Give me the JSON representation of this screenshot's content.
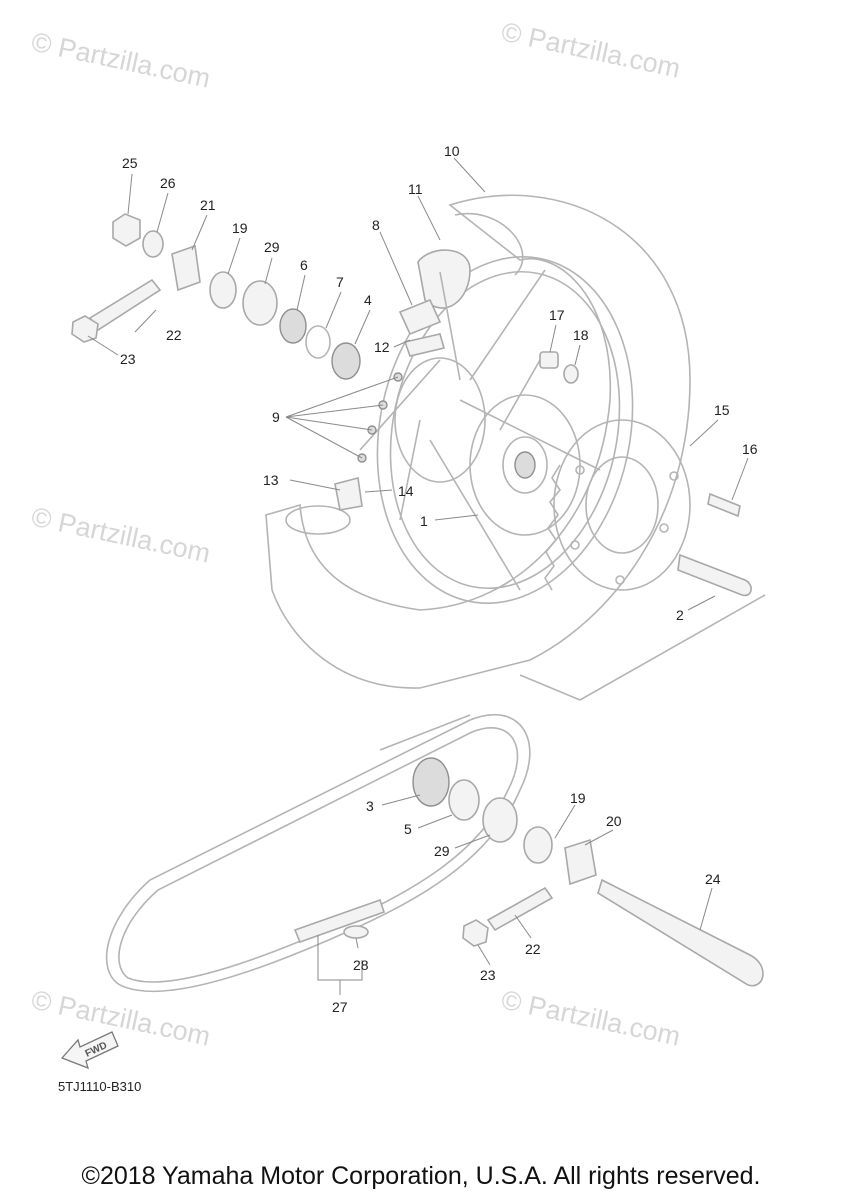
{
  "watermark": {
    "text": "© Partzilla.com"
  },
  "diagram_code": "5TJ1110-B310",
  "fwd_label": "FWD",
  "copyright": "©2018 Yamaha Motor Corporation, U.S.A. All rights reserved.",
  "callouts": {
    "c1": "1",
    "c2": "2",
    "c3": "3",
    "c4": "4",
    "c5": "5",
    "c6": "6",
    "c7": "7",
    "c8": "8",
    "c9": "9",
    "c10": "10",
    "c11": "11",
    "c12": "12",
    "c13": "13",
    "c14": "14",
    "c15": "15",
    "c16": "16",
    "c17": "17",
    "c18": "18",
    "c19a": "19",
    "c19b": "19",
    "c20": "20",
    "c21": "21",
    "c22a": "22",
    "c22b": "22",
    "c23a": "23",
    "c23b": "23",
    "c24": "24",
    "c25": "25",
    "c26": "26",
    "c27": "27",
    "c28": "28",
    "c29a": "29",
    "c29b": "29"
  }
}
